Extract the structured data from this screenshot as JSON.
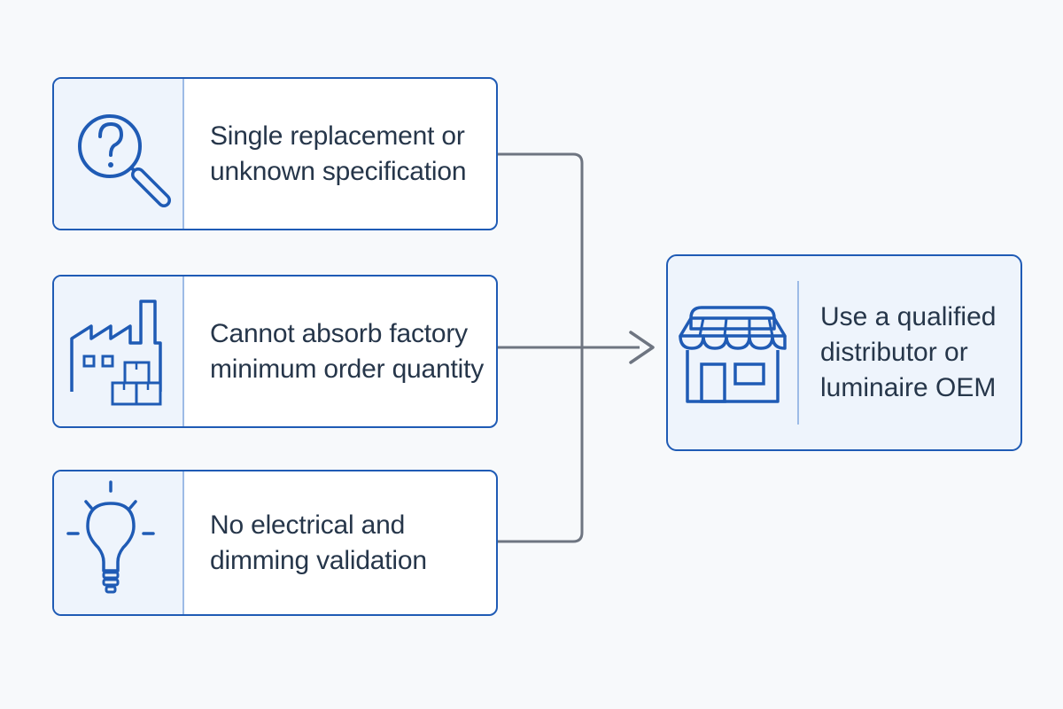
{
  "diagram": {
    "conditions": [
      {
        "icon": "magnifier-question-icon",
        "lines": [
          "Single replacement or",
          "unknown specification"
        ]
      },
      {
        "icon": "factory-icon",
        "lines": [
          "Cannot absorb factory",
          "minimum order quantity"
        ]
      },
      {
        "icon": "lightbulb-icon",
        "lines": [
          "No electrical and",
          "dimming validation"
        ]
      }
    ],
    "outcome": {
      "icon": "storefront-icon",
      "lines": [
        "Use a qualified",
        "distributor or",
        "luminaire OEM"
      ]
    },
    "colors": {
      "accent": "#1f5bb5",
      "connector": "#6e7581",
      "text": "#26364a",
      "panel": "#eef4fc"
    }
  }
}
